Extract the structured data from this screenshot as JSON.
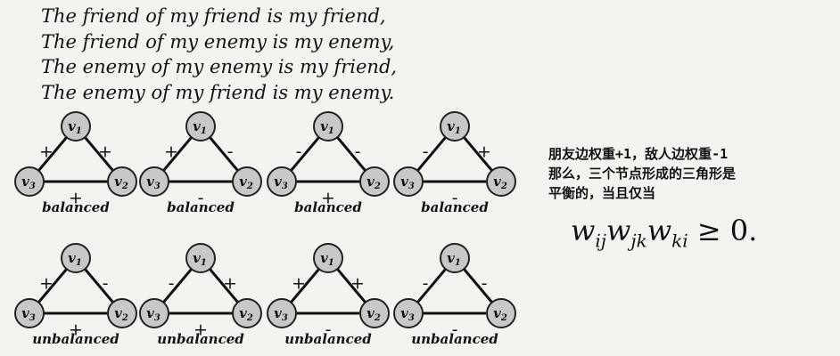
{
  "quote_lines": [
    "The friend of my friend is my friend,",
    "The friend of my enemy is my enemy,",
    "The enemy of my enemy is my friend,",
    "The enemy of my friend is my enemy."
  ],
  "node_labels": {
    "top": "v",
    "top_sub": "1",
    "right": "v",
    "right_sub": "2",
    "left": "v",
    "left_sub": "3"
  },
  "triangles": [
    {
      "left": "+",
      "right": "+",
      "bottom": "+",
      "caption": "balanced"
    },
    {
      "left": "+",
      "right": "-",
      "bottom": "-",
      "caption": "balanced"
    },
    {
      "left": "-",
      "right": "-",
      "bottom": "+",
      "caption": "balanced"
    },
    {
      "left": "-",
      "right": "+",
      "bottom": "-",
      "caption": "balanced"
    },
    {
      "left": "+",
      "right": "-",
      "bottom": "+",
      "caption": "unbalanced"
    },
    {
      "left": "-",
      "right": "+",
      "bottom": "+",
      "caption": "unbalanced"
    },
    {
      "left": "+",
      "right": "+",
      "bottom": "-",
      "caption": "unbalanced"
    },
    {
      "left": "-",
      "right": "-",
      "bottom": "-",
      "caption": "unbalanced"
    }
  ],
  "note_lines": [
    "朋友边权重+1，敌人边权重-1",
    "那么，三个节点形成的三角形是",
    "平衡的，当且仅当"
  ],
  "formula": {
    "w": "w",
    "sub1": "ij",
    "sub2": "jk",
    "sub3": "ki",
    "rel": " ≥ 0."
  }
}
